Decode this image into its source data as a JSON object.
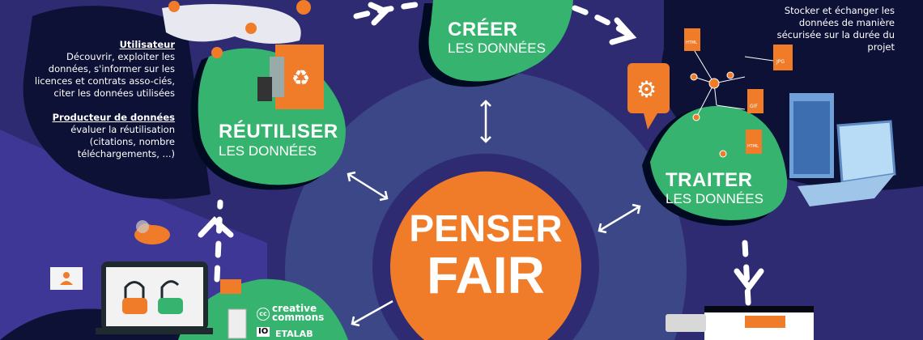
{
  "center": {
    "line1": "PENSER",
    "line2": "FAIR"
  },
  "stages": {
    "creer": {
      "title": "CRÉER",
      "subtitle": "LES DONNÉES"
    },
    "traiter": {
      "title": "TRAITER",
      "subtitle": "LES DONNÉES"
    },
    "reutiliser": {
      "title": "RÉUTILISER",
      "subtitle": "LES DONNÉES"
    }
  },
  "reuse_panel": {
    "user_heading": "Utilisateur",
    "user_text": "Découvrir, exploiter les données, s'informer sur les licences et contrats asso-ciés, citer les données utilisées",
    "producer_heading": "Producteur de données",
    "producer_text": "évaluer la réutilisation (citations, nombre téléchargements, ...)"
  },
  "store_panel": {
    "text": "Stocker et échanger les données de manière sécurisée sur la durée du projet"
  },
  "licenses": {
    "cc": "creative commons",
    "cc_badge": "cc",
    "etalab_badge": "IO",
    "etalab": "ETALAB"
  },
  "file_labels": [
    "HTML",
    "JPG",
    "GIF",
    "HTML"
  ],
  "colors": {
    "background": "#2f2b73",
    "dark": "#0d1135",
    "green": "#36b46f",
    "orange": "#f07c2a",
    "ring": "#3b4786"
  }
}
